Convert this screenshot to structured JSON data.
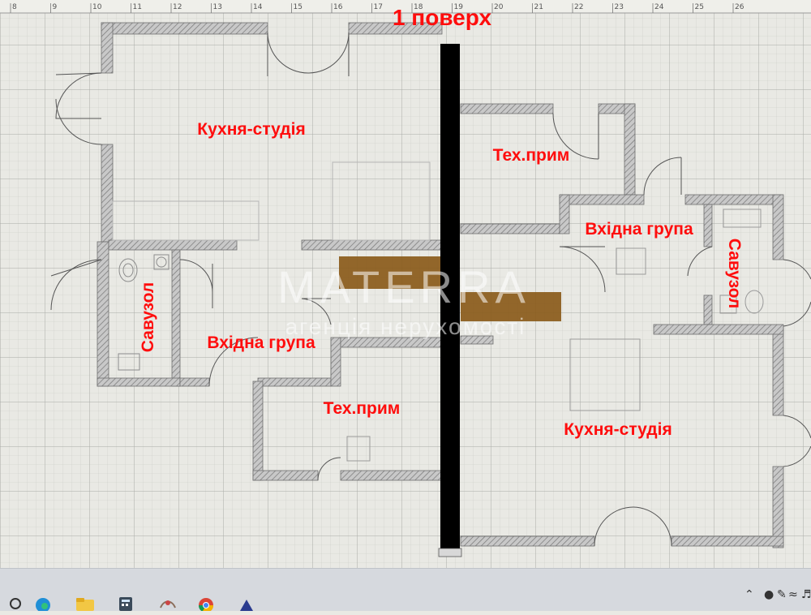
{
  "floor_title": "1 поверх",
  "ruler_numbers": [
    "8",
    "9",
    "10",
    "11",
    "12",
    "13",
    "14",
    "15",
    "16",
    "17",
    "18",
    "19",
    "20",
    "21",
    "22",
    "23",
    "24",
    "25",
    "26"
  ],
  "watermark": {
    "brand": "MATERRA",
    "subtitle": "агенція нерухомості"
  },
  "rooms": {
    "left_kitchen": "Кухня-студія",
    "left_tech": "Тех.прим",
    "left_entrance": "Вхідна група",
    "left_bathroom": "Савузол",
    "right_tech": "Тех.прим",
    "right_entrance": "Вхідна група",
    "right_bathroom": "Савузол",
    "right_kitchen": "Кухня-студія"
  },
  "colors": {
    "background": "#e9e9e4",
    "grid_minor": "#c9cbc6",
    "grid_major": "#a9aba6",
    "wall": "#8a8a8a",
    "label": "#ff0d0d",
    "divider": "#000000",
    "stair": "#8a5a1a"
  },
  "taskbar": {
    "apps": [
      "search-icon",
      "edge-icon",
      "explorer-icon",
      "calculator-icon",
      "photos-icon",
      "chrome-icon",
      "app-icon"
    ],
    "tray_icons": [
      "chevron-up-icon",
      "people-icon",
      "pen-icon",
      "wifi-icon",
      "volume-icon"
    ]
  }
}
